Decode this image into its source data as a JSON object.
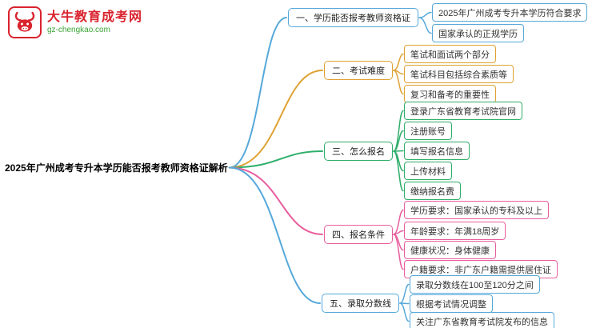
{
  "logo": {
    "title": "大牛教育成考网",
    "subtitle": "gz-chengkao.com",
    "brand_color": "#d9232e",
    "subtitle_color": "#3aa335"
  },
  "central_topic": "2025年广州成考专升本学历能否报考教师资格证解析",
  "branches": [
    {
      "label": "一、学历能否报考教师资格证",
      "color": "#56a9da",
      "children": [
        "2025年广州成考专升本学历符合要求",
        "国家承认的正规学历"
      ]
    },
    {
      "label": "二、考试难度",
      "color": "#dfa233",
      "children": [
        "笔试和面试两个部分",
        "笔试科目包括综合素质等",
        "复习和备考的重要性"
      ]
    },
    {
      "label": "三、怎么报名",
      "color": "#2fae6b",
      "children": [
        "登录广东省教育考试院官网",
        "注册账号",
        "填写报名信息",
        "上传材料",
        "缴纳报名费"
      ]
    },
    {
      "label": "四、报名条件",
      "color": "#e85d9d",
      "children": [
        "学历要求：国家承认的专科及以上",
        "年龄要求：年满18周岁",
        "健康状况：身体健康",
        "户籍要求：非广东户籍需提供居住证"
      ]
    },
    {
      "label": "五、录取分数线",
      "color": "#56a9da",
      "children": [
        "录取分数线在100至120分之间",
        "根据考试情况调整",
        "关注广东省教育考试院发布的信息"
      ]
    }
  ]
}
